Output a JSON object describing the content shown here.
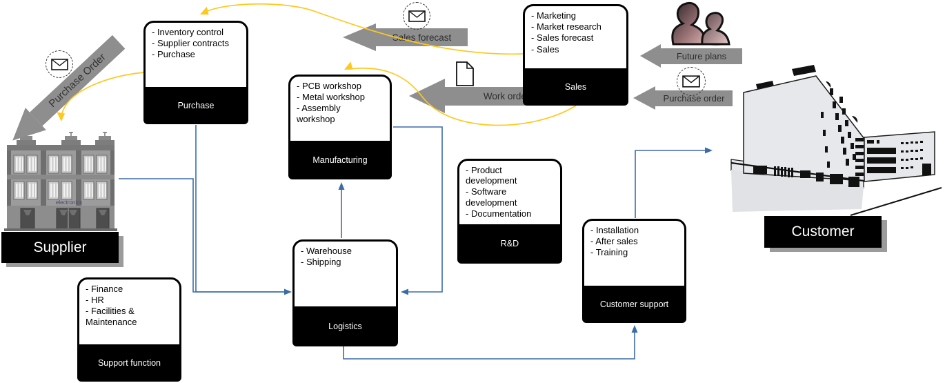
{
  "colors": {
    "yellow": "#FFC81E",
    "blue": "#3A6CA8",
    "gray_arrow": "#8E8E8E",
    "box_fill": "#FFFFFF",
    "box_border": "#000000"
  },
  "boxes": {
    "purchase": {
      "items": [
        "- Inventory control",
        "- Supplier contracts",
        "- Purchase"
      ],
      "label": "Purchase"
    },
    "sales": {
      "items": [
        "- Marketing",
        "- Market research",
        "- Sales forecast",
        "- Sales"
      ],
      "label": "Sales"
    },
    "manufacturing": {
      "items": [
        "- PCB workshop",
        "- Metal workshop",
        "- Assembly workshop"
      ],
      "label": "Manufacturing"
    },
    "rnd": {
      "items": [
        "- Product development",
        "- Software development",
        "- Documentation"
      ],
      "label": "R&D"
    },
    "customer_support": {
      "items": [
        "- Installation",
        "- After sales",
        "- Training"
      ],
      "label": "Customer support"
    },
    "logistics": {
      "items": [
        "- Warehouse",
        "- Shipping"
      ],
      "label": "Logistics"
    },
    "support_function": {
      "items": [
        "- Finance",
        "- HR",
        "- Facilities & Maintenance"
      ],
      "label": "Support function"
    }
  },
  "arrows": {
    "sales_forecast": "Sales forecast",
    "work_orders": "Work orders",
    "future_plans": "Future plans",
    "purchase_order_to_customer": "Purchase order",
    "purchase_order_to_supplier": "Purchase Order"
  },
  "entities": {
    "supplier_label": "Supplier",
    "customer_label": "Customer",
    "supplier_sign": "electronics"
  }
}
